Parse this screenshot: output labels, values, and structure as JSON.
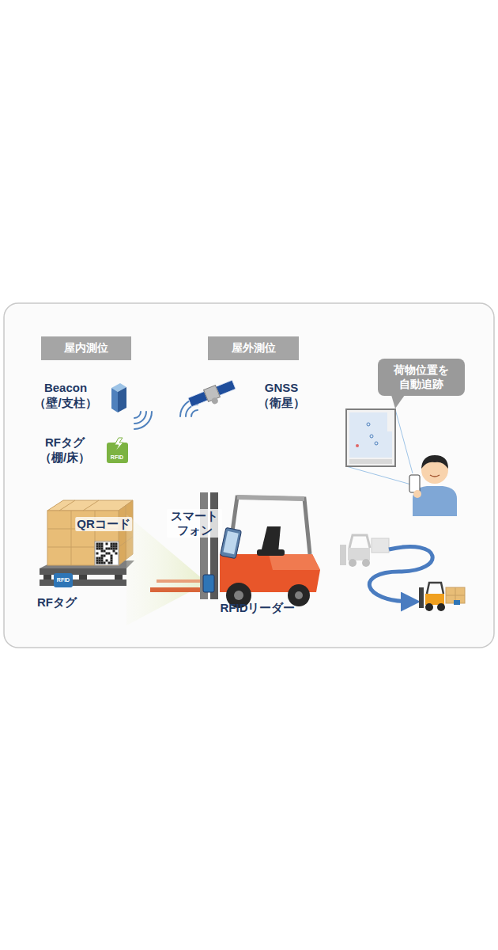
{
  "diagram": {
    "nodes": [
      {
        "text": [
          "屋内測位"
        ]
      },
      {
        "text": [
          "屋外測位"
        ]
      },
      {
        "text": [
          "荷物位置を 自動追跡"
        ]
      }
    ],
    "labels": [
      "Beacon",
      "（壁/支柱）",
      "RFタグ",
      "（棚/床）",
      "RFID",
      "GNSS",
      "（衛星）",
      "QRコード",
      "RFタグ",
      "RFID",
      "スマート フォン",
      "RFIDリーダー"
    ]
  }
}
